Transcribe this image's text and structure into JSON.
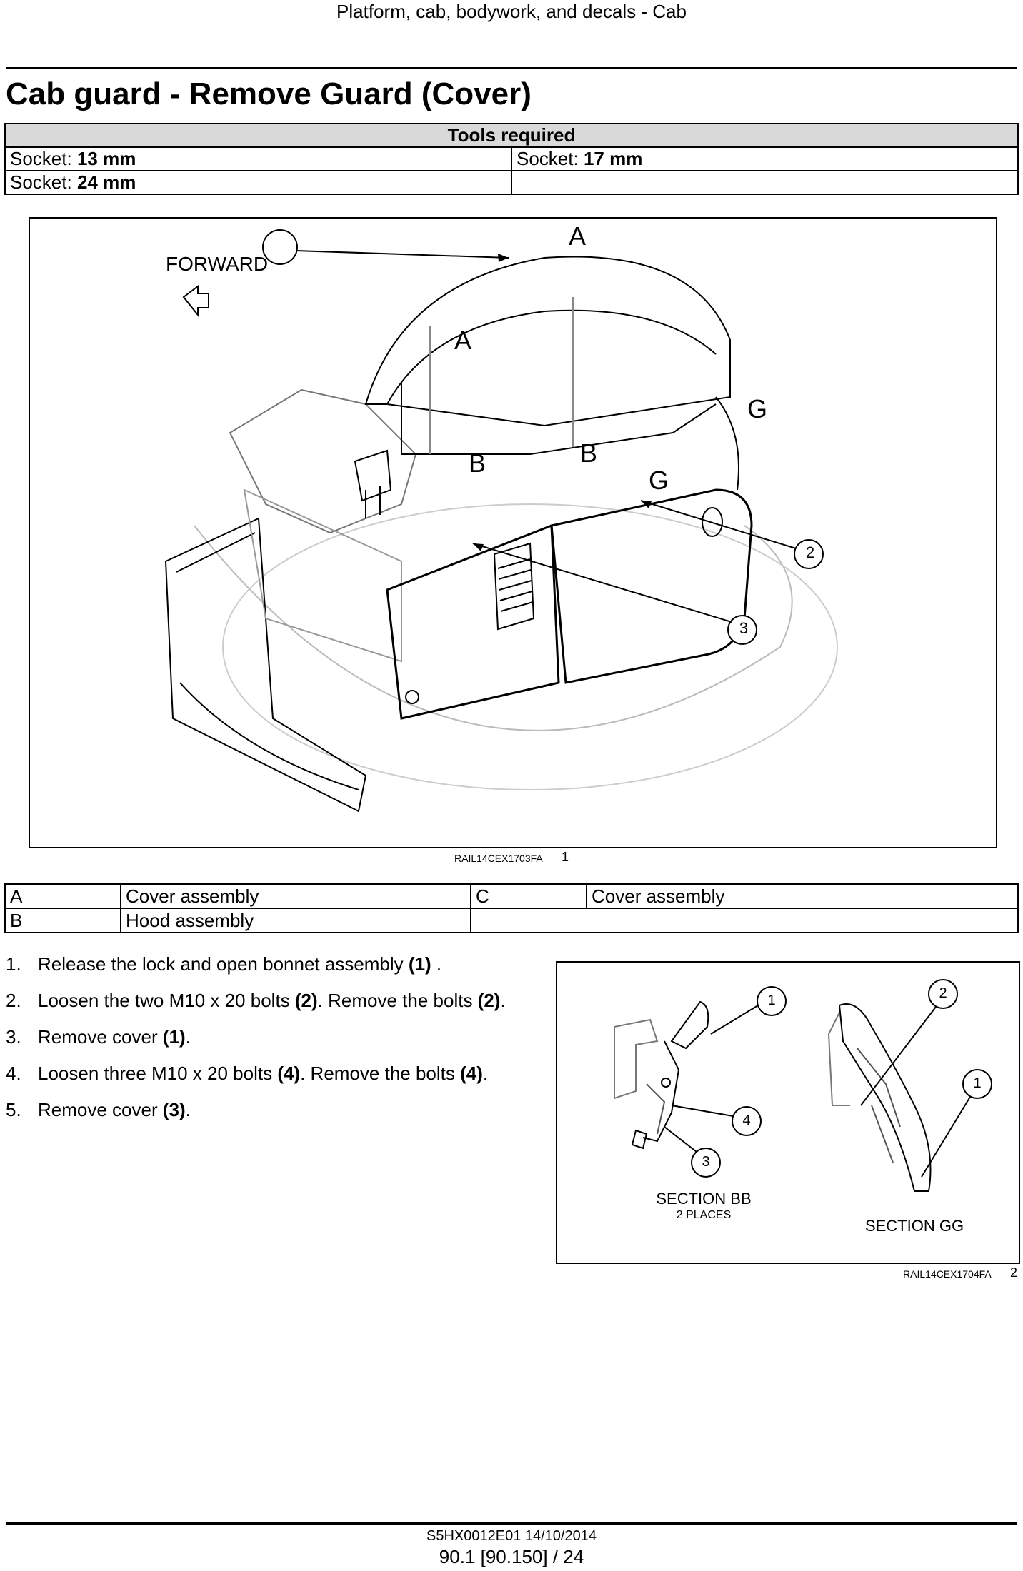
{
  "running_header": "Platform, cab, bodywork, and decals - Cab",
  "title": "Cab guard - Remove Guard (Cover)",
  "tools": {
    "header": "Tools required",
    "items": [
      {
        "label": "Socket:",
        "value": "13 mm"
      },
      {
        "label": "Socket:",
        "value": "17 mm"
      },
      {
        "label": "Socket:",
        "value": "24 mm"
      }
    ]
  },
  "figure1": {
    "labels": {
      "forward": "FORWARD",
      "a": "A",
      "b": "B",
      "g": "G",
      "callout_2": "2",
      "callout_3": "3"
    },
    "ref": "RAIL14CEX1703FA",
    "number": "1"
  },
  "legend": [
    {
      "key": "A",
      "text": "Cover assembly"
    },
    {
      "key": "C",
      "text": "Cover assembly"
    },
    {
      "key": "B",
      "text": "Hood assembly"
    }
  ],
  "steps": [
    {
      "num": "1.",
      "pre": "Release the lock and open bonnet assembly ",
      "bold": "(1)",
      "post": " ."
    },
    {
      "num": "2.",
      "pre": "Loosen the two M10 x 20 bolts ",
      "bold": "(2)",
      "mid": ". Remove the bolts ",
      "bold2": "(2)",
      "post": "."
    },
    {
      "num": "3.",
      "pre": "Remove cover ",
      "bold": "(1)",
      "post": "."
    },
    {
      "num": "4.",
      "pre": "Loosen three M10 x 20 bolts ",
      "bold": "(4)",
      "mid": ". Remove the bolts ",
      "bold2": "(4)",
      "post": "."
    },
    {
      "num": "5.",
      "pre": "Remove cover ",
      "bold": "(3)",
      "post": "."
    }
  ],
  "figure2": {
    "callouts": {
      "c1": "1",
      "c2": "2",
      "c3": "3",
      "c4": "4",
      "c1b": "1"
    },
    "section_bb": "SECTION BB",
    "section_bb_sub": "2 PLACES",
    "section_gg": "SECTION GG",
    "ref": "RAIL14CEX1704FA",
    "number": "2"
  },
  "footer": {
    "doc": "S5HX0012E01 14/10/2014",
    "page": "90.1 [90.150] / 24"
  }
}
